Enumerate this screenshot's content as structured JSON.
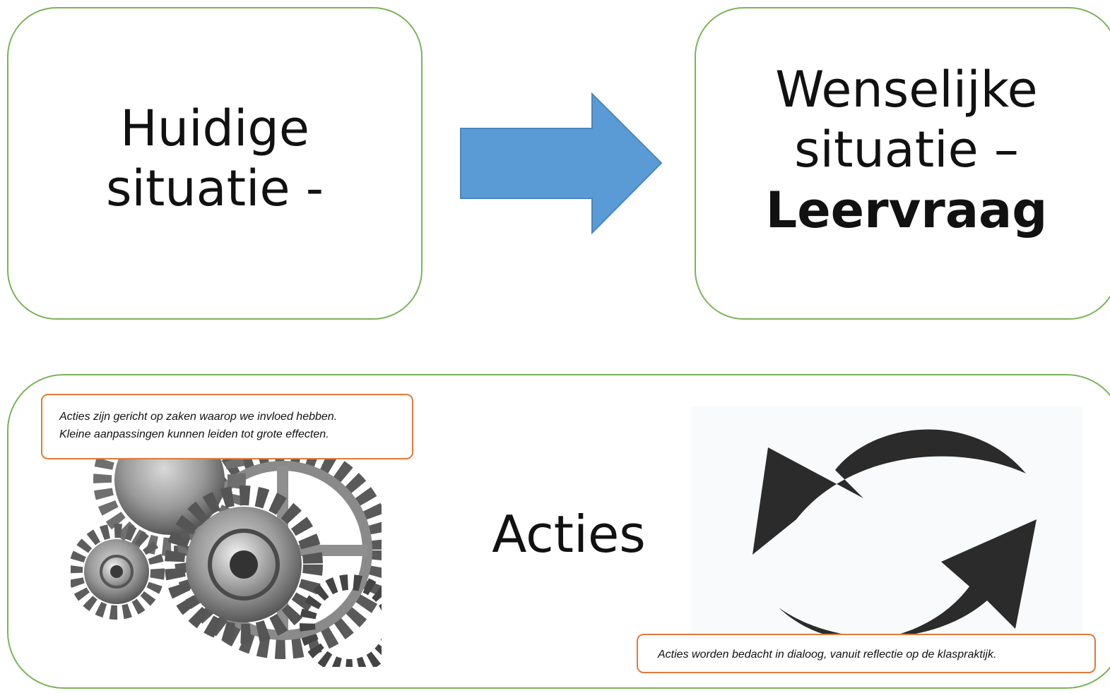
{
  "current": {
    "line1": "Huidige",
    "line2": "situatie -"
  },
  "desired": {
    "line1": "Wenselijke",
    "line2": "situatie –",
    "line3": "Leervraag"
  },
  "actions": {
    "title": "Acties",
    "callout_top_line1": "Acties zijn gericht op zaken waarop we invloed hebben.",
    "callout_top_line2": "Kleine aanpassingen kunnen leiden tot grote effecten.",
    "callout_bottom": "Acties worden bedacht in dialoog, vanuit reflectie op de klaspraktijk."
  },
  "colors": {
    "box_border": "#7cb35a",
    "arrow_fill": "#5b9bd5",
    "callout_border": "#e07b39",
    "cycle_arrows": "#2b2b2b"
  },
  "icons": {
    "transition": "right-arrow-icon",
    "gears": "gears-icon",
    "cycle": "cycle-arrows-icon"
  }
}
